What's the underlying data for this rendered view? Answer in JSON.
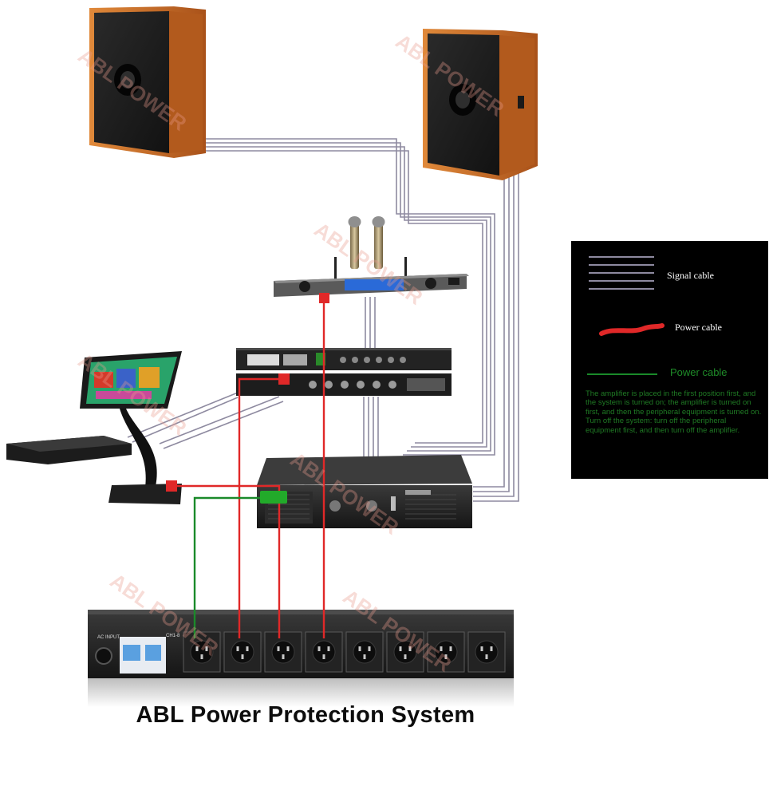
{
  "title": "ABL Power Protection System",
  "watermark": "ABL POWER",
  "legend": {
    "signal_label": "Signal cable",
    "power_red_label": "Power cable",
    "power_green_label": "Power cable",
    "note": "The amplifier is placed in the first position first, and the system is turned on; the amplifier is turned on first, and then the peripheral equipment is turned on. Turn off the system: turn off the peripheral equipment first, and then turn off the amplifier."
  },
  "power_unit": {
    "input_label": "AC INPUT",
    "channel_label": "CH1-8",
    "outlet_count": 8
  },
  "colors": {
    "signal_cable": "#8e8aa0",
    "power_cable_red": "#e02828",
    "power_cable_green": "#1a8a2a",
    "speaker_cabinet": "#c96a22",
    "legend_bg": "#000000"
  }
}
